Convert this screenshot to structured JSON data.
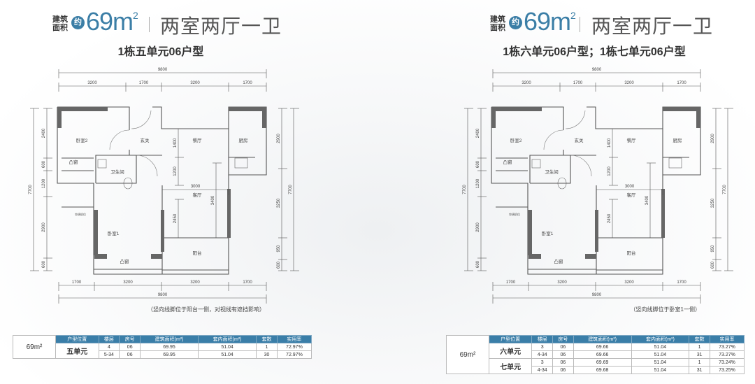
{
  "plans": [
    {
      "area_label": "建筑面积",
      "about": "约",
      "area": "69m",
      "area_sup": "2",
      "layout_title": "两室两厅一卫",
      "unit_title": "1栋五单元06户型",
      "note": "（竖向线脚位于阳台一侧，对视线有遮挡影响）"
    },
    {
      "area_label": "建筑面积",
      "about": "约",
      "area": "69m",
      "area_sup": "2",
      "layout_title": "两室两厅一卫",
      "unit_title": "1栋六单元06户型；1栋七单元06户型",
      "note": "（竖向线脚位于卧室1一侧）"
    }
  ],
  "rooms": [
    "卧室2",
    "玄关",
    "餐厅",
    "厨房",
    "凸窗",
    "卫生间",
    "客厅",
    "卧室1",
    "阳台",
    "凸窗",
    "空调机位"
  ],
  "dims": {
    "top_total": [
      "9800"
    ],
    "top_segments": [
      "3200",
      "1700",
      "3200",
      "1700"
    ],
    "bottom_segments": [
      "1700",
      "3200",
      "3200",
      "1700"
    ],
    "bottom_total": [
      "9800"
    ],
    "left_total": [
      "7700"
    ],
    "left_segments": [
      "2400",
      "600",
      "1200",
      "2900",
      "600"
    ],
    "right_segments": [
      "2900",
      "3250",
      "950",
      "600"
    ],
    "right_total": [
      "7700"
    ],
    "inner": [
      "1400",
      "1200",
      "3000",
      "2450",
      "3400"
    ]
  },
  "table_headers": [
    "户型位置",
    "楼层",
    "房号",
    "建筑面积(m²)",
    "套内面积(m²)",
    "套数",
    "实用率"
  ],
  "tables": [
    {
      "type": "69m²",
      "units": [
        {
          "name": "五单元",
          "rows": [
            [
              "4",
              "06",
              "69.95",
              "51.04",
              "1",
              "72.97%"
            ],
            [
              "5-34",
              "06",
              "69.95",
              "51.04",
              "30",
              "72.97%"
            ]
          ]
        }
      ]
    },
    {
      "type": "69m²",
      "units": [
        {
          "name": "六单元",
          "rows": [
            [
              "3",
              "06",
              "69.66",
              "51.04",
              "1",
              "73.27%"
            ],
            [
              "4-34",
              "06",
              "69.66",
              "51.04",
              "31",
              "73.27%"
            ]
          ]
        },
        {
          "name": "七单元",
          "rows": [
            [
              "3",
              "06",
              "69.69",
              "51.04",
              "1",
              "73.24%"
            ],
            [
              "4-34",
              "06",
              "69.68",
              "51.04",
              "31",
              "73.25%"
            ]
          ]
        }
      ]
    }
  ],
  "colors": {
    "accent": "#3b7ea6",
    "header": "#3a7ea8",
    "wall": "#666666"
  }
}
